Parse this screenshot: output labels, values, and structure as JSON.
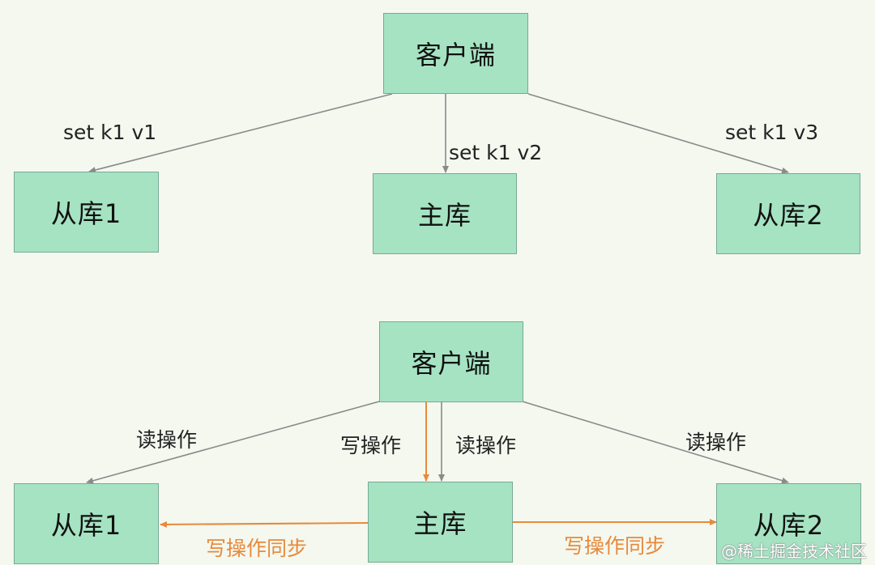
{
  "top": {
    "client": "客户端",
    "slave1": "从库1",
    "master": "主库",
    "slave2": "从库2",
    "edge_slave1": "set k1 v1",
    "edge_master": "set k1 v2",
    "edge_slave2": "set k1 v3"
  },
  "bottom": {
    "client": "客户端",
    "slave1": "从库1",
    "master": "主库",
    "slave2": "从库2",
    "read_left": "读操作",
    "write_center": "写操作",
    "read_center": "读操作",
    "read_right": "读操作",
    "sync_left": "写操作同步",
    "sync_right": "写操作同步"
  },
  "watermark": "@稀土掘金技术社区",
  "colors": {
    "background": "#f4f8ef",
    "node_fill": "#a5e3c3",
    "node_border": "#79a996",
    "edge_gray": "#8a8a8a",
    "edge_orange": "#e8893b"
  }
}
